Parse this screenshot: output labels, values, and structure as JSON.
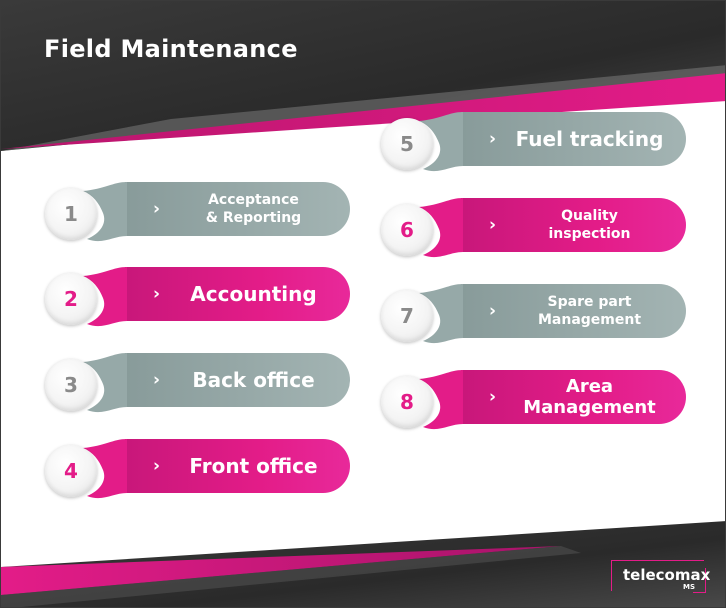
{
  "header": {
    "title": "Field Maintenance"
  },
  "colors": {
    "pink": "#e31c88",
    "gray": "#96a9a8",
    "dark": "#2e2e2e",
    "pink_num": "#e31c88",
    "gray_num": "#8a8a8a"
  },
  "items": [
    {
      "number": "1",
      "label": "Acceptance\n& Reporting",
      "style": "gray",
      "size": "small"
    },
    {
      "number": "2",
      "label": "Accounting",
      "style": "pink",
      "size": "big"
    },
    {
      "number": "3",
      "label": "Back office",
      "style": "gray",
      "size": "big"
    },
    {
      "number": "4",
      "label": "Front office",
      "style": "pink",
      "size": "big"
    },
    {
      "number": "5",
      "label": "Fuel tracking",
      "style": "gray",
      "size": "big"
    },
    {
      "number": "6",
      "label": "Quality\ninspection",
      "style": "pink",
      "size": "small"
    },
    {
      "number": "7",
      "label": "Spare part\nManagement",
      "style": "gray",
      "size": "small"
    },
    {
      "number": "8",
      "label": "Area\nManagement",
      "style": "pink",
      "size": "mid"
    }
  ],
  "chevron": "›",
  "logo": {
    "brand": "telecomax",
    "sub": "MS"
  }
}
